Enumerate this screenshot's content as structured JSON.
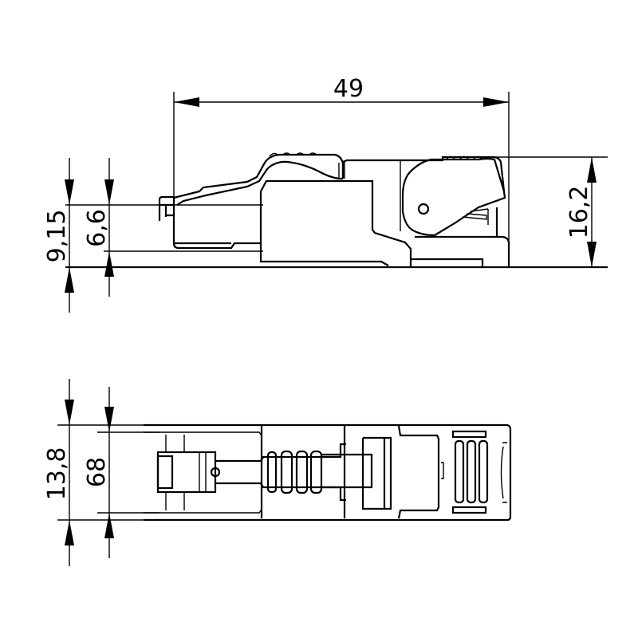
{
  "dimensions": {
    "length": "49",
    "height_total": "16,2",
    "height_plug": "9,15",
    "height_contact": "6,6",
    "width_total": "13,8",
    "width_plug": "68"
  },
  "colors": {
    "line": "#000000",
    "background": "#ffffff"
  }
}
